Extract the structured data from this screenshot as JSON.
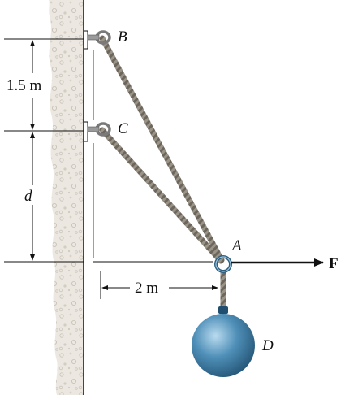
{
  "labels": {
    "point_b": "B",
    "point_c": "C",
    "point_a": "A",
    "sphere_d": "D",
    "force": "F",
    "dim_vertical_bc": "1.5 m",
    "dim_vertical_d": "d",
    "dim_horizontal": "2 m"
  },
  "colors": {
    "sphere": "#4f8fb8",
    "wall": "#e8e4dd",
    "rope": "#8a8478",
    "line": "#111111"
  }
}
